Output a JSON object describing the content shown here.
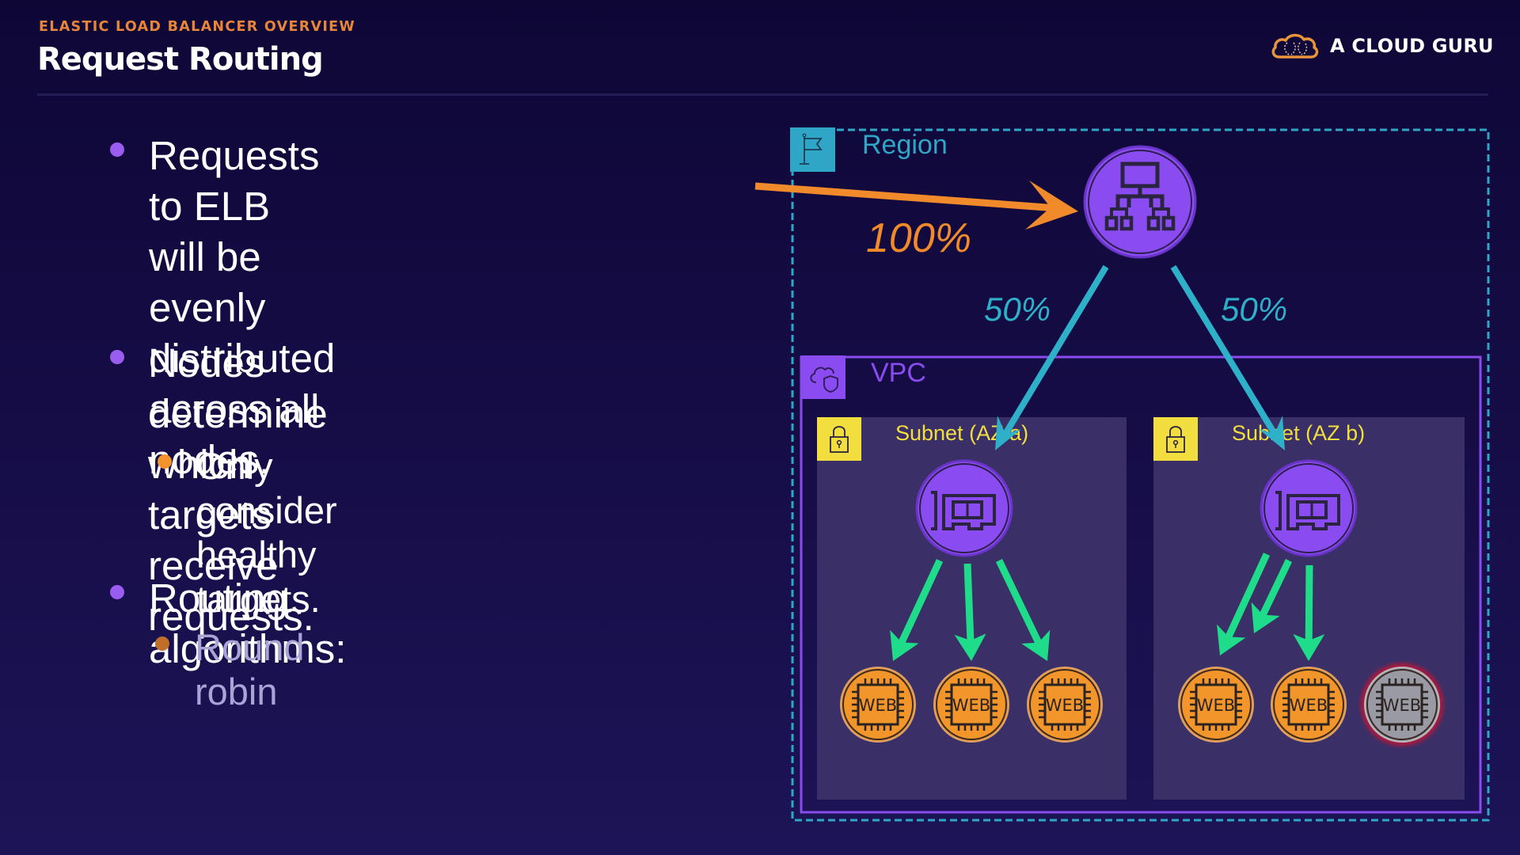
{
  "header": {
    "eyebrow": "ELASTIC LOAD BALANCER OVERVIEW",
    "title": "Request Routing",
    "brand": "A CLOUD GURU",
    "brand_icon": "cloud-logo-icon"
  },
  "bullets": [
    {
      "lines": [
        "Requests to ELB will be",
        "evenly distributed across all",
        "nodes."
      ],
      "bullet_color": "#9b5cf0"
    },
    {
      "lines": [
        "Nodes determine which",
        "targets receive requests."
      ],
      "bullet_color": "#9b5cf0",
      "sub": [
        {
          "lines": [
            "Only consider healthy",
            "targets."
          ],
          "bullet_color": "#f2932c"
        }
      ]
    },
    {
      "lines": [
        "Routing algorithms:"
      ],
      "bullet_color": "#9b5cf0",
      "sub": [
        {
          "lines": [
            "Round robin"
          ],
          "bullet_color": "#c06f2b",
          "dimmed": true
        }
      ]
    }
  ],
  "diagram": {
    "region_label": "Region",
    "region_icon": "flag-icon",
    "vpc_label": "VPC",
    "vpc_icon": "cloud-shield-icon",
    "incoming_traffic": "100%",
    "elb_icon": "load-balancer-icon",
    "split": [
      "50%",
      "50%"
    ],
    "subnets": [
      {
        "label": "Subnet (AZ a)",
        "icon": "lock-icon",
        "node_icon": "network-card-icon",
        "targets": [
          {
            "label": "WEB",
            "healthy": true
          },
          {
            "label": "WEB",
            "healthy": true
          },
          {
            "label": "WEB",
            "healthy": true
          }
        ],
        "routes_to": [
          0,
          1,
          2
        ]
      },
      {
        "label": "Subnet (AZ b)",
        "icon": "lock-icon",
        "node_icon": "network-card-icon",
        "targets": [
          {
            "label": "WEB",
            "healthy": true
          },
          {
            "label": "WEB",
            "healthy": true
          },
          {
            "label": "WEB",
            "healthy": false
          }
        ],
        "routes_to": [
          0,
          0,
          1
        ]
      }
    ],
    "colors": {
      "region": "#2fa6c6",
      "vpc": "#8a4cf0",
      "subnet_label": "#f2df3f",
      "incoming_arrow": "#f08a2a",
      "split_arrow": "#2fb0c9",
      "target_arrow": "#1fdc8a",
      "healthy_target": "#f2952a",
      "unhealthy_target": "#9a9aa4",
      "unhealthy_ring": "#e0102a"
    }
  }
}
